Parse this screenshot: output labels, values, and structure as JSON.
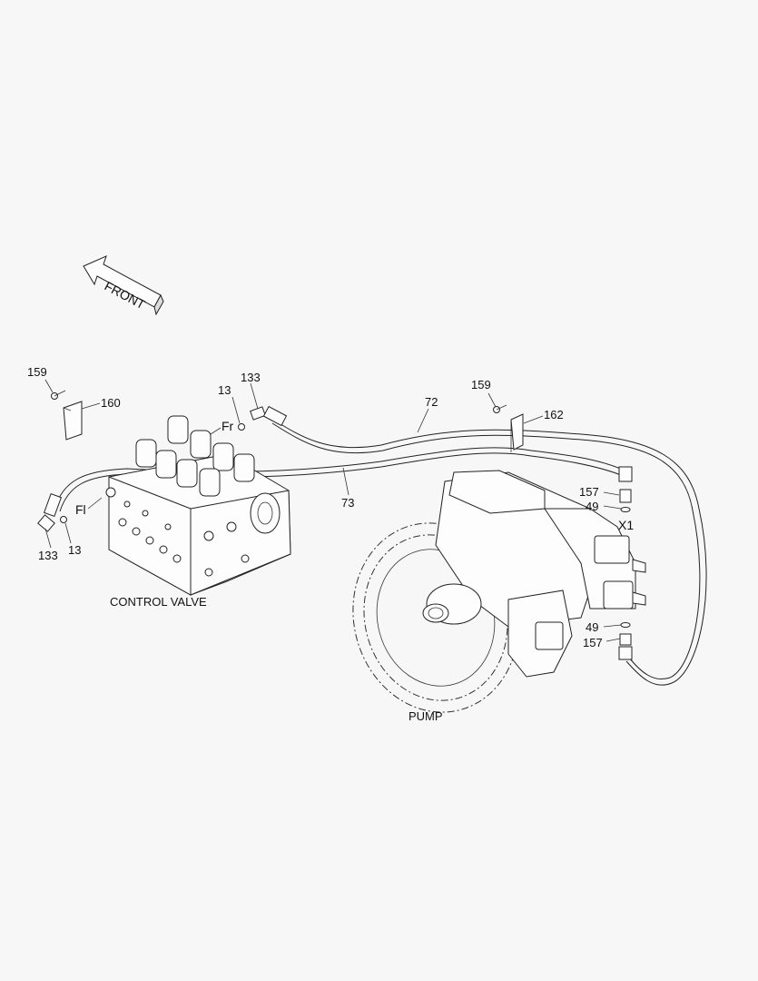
{
  "front_arrow": "FRONT",
  "groups": {
    "control_valve": "CONTROL VALVE",
    "pump": "PUMP"
  },
  "ports": {
    "fr": "Fr",
    "fl": "Fl",
    "x1": "X1"
  },
  "callouts": {
    "c159_left": "159",
    "c160": "160",
    "c133_top": "133",
    "c13_top": "13",
    "c72": "72",
    "c73": "73",
    "c159_right": "159",
    "c162": "162",
    "c157_top": "157",
    "c49_top": "49",
    "c49_bottom": "49",
    "c157_bottom": "157",
    "c133_left": "133",
    "c13_left": "13"
  }
}
